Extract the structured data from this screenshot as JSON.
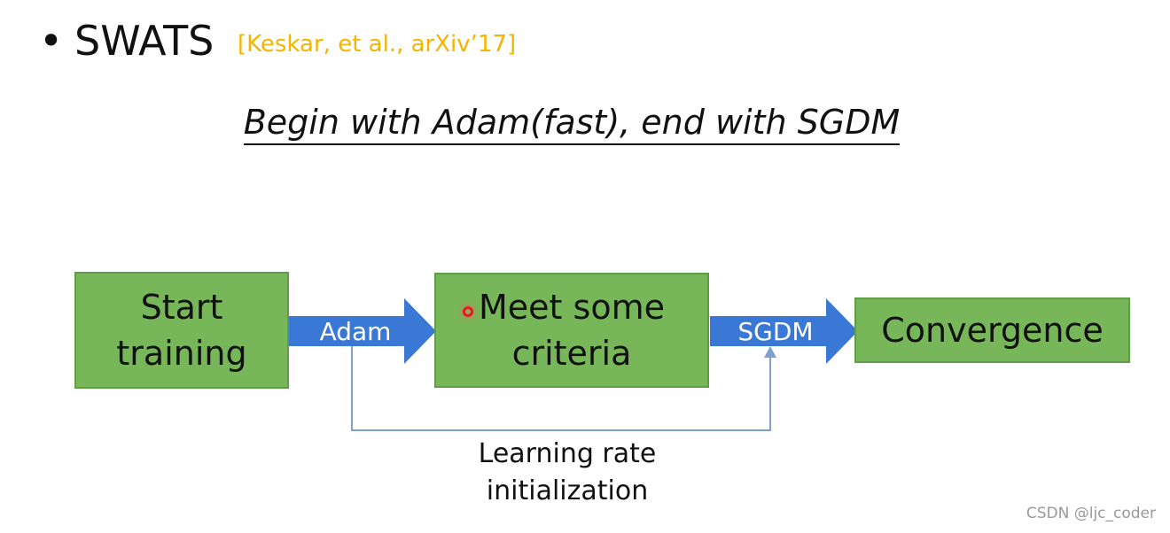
{
  "slide": {
    "bullet": "•",
    "title": "SWATS",
    "citation": "[Keskar, et al., arXiv’17]",
    "subtitle": "Begin with Adam(fast), end with SGDM"
  },
  "diagram": {
    "boxes": {
      "start": "Start\ntraining",
      "meet": "Meet some\ncriteria",
      "convergence": "Convergence"
    },
    "arrows": {
      "adam": "Adam",
      "sgdm": "SGDM"
    },
    "feedback_label": "Learning rate\ninitialization"
  },
  "watermark": "CSDN @ljc_coder",
  "colors": {
    "box_fill": "#77b75a",
    "arrow_fill": "#3a78d6",
    "connector_line": "#7f9fcf",
    "citation": "#f5b400"
  }
}
